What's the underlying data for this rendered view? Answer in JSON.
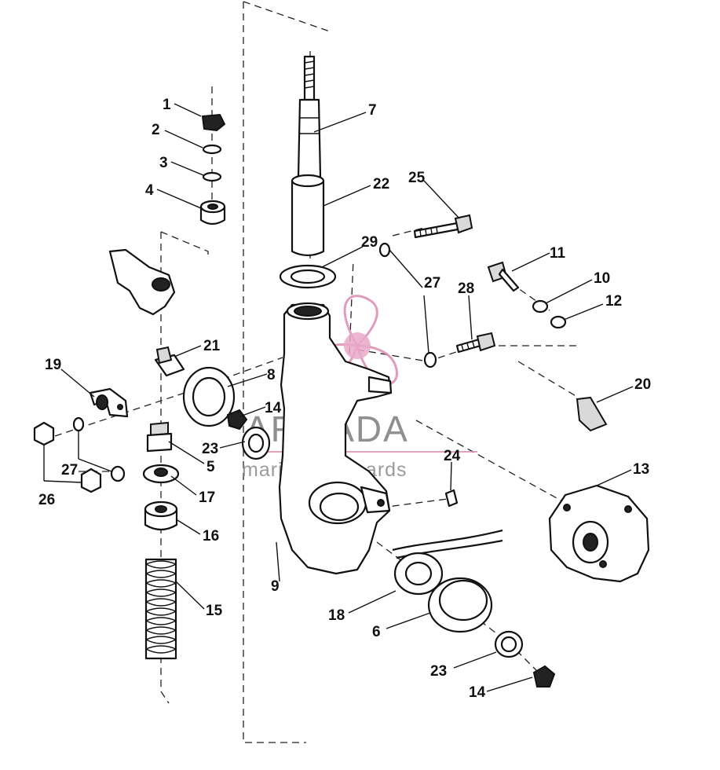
{
  "diagram": {
    "callouts": [
      "1",
      "2",
      "3",
      "4",
      "7",
      "22",
      "25",
      "29",
      "27",
      "11",
      "10",
      "12",
      "28",
      "21",
      "19",
      "8",
      "14",
      "20",
      "23",
      "5",
      "24",
      "13",
      "27",
      "26",
      "17",
      "16",
      "15",
      "9",
      "18",
      "6",
      "23",
      "14"
    ]
  },
  "watermark": {
    "brand": "ARMADA",
    "tagline": "marine outboards"
  }
}
